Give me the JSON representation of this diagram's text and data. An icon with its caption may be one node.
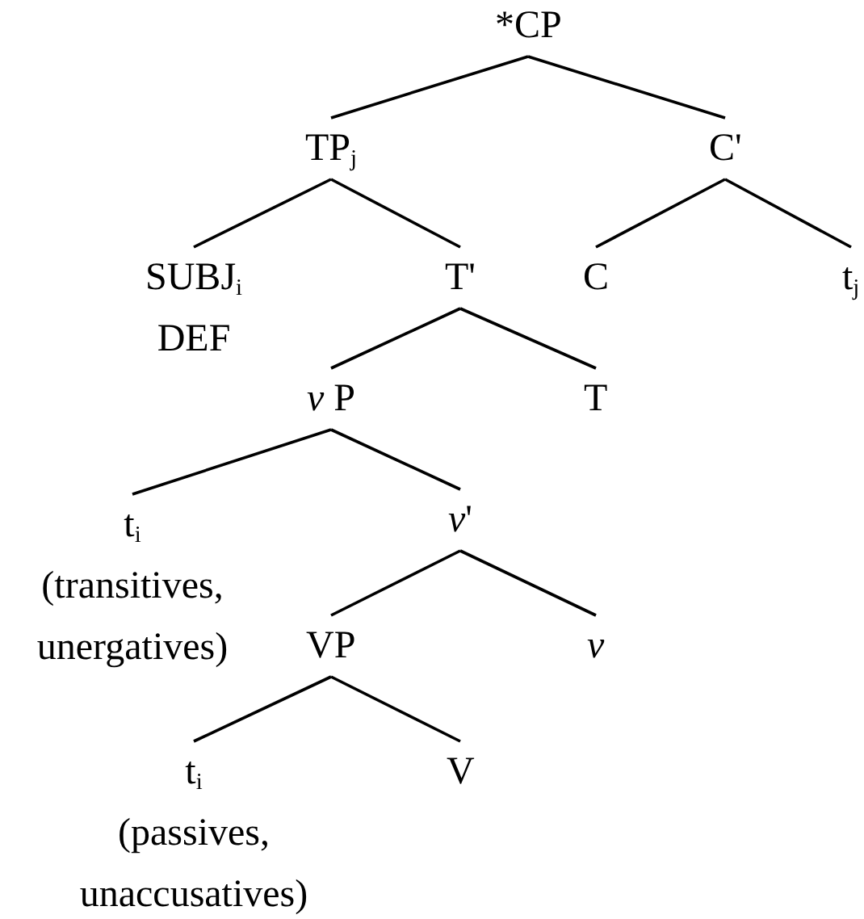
{
  "diagram": {
    "nodes": [
      {
        "text": [
          "*CP"
        ]
      },
      {
        "text": [
          "TP$_{j}$"
        ]
      },
      {
        "text": [
          "C'"
        ]
      },
      {
        "text": [
          "SUBJ$_{i}$",
          "DEF"
        ]
      },
      {
        "text": [
          "T'"
        ]
      },
      {
        "text": [
          "C"
        ]
      },
      {
        "text": [
          "t$_{j}$"
        ]
      },
      {
        "text": [
          "*v* P"
        ]
      },
      {
        "text": [
          "T"
        ]
      },
      {
        "text": [
          "t$_{i}$",
          "(transitives, unergatives)"
        ]
      },
      {
        "text": [
          "*v*'"
        ]
      },
      {
        "text": [
          "VP"
        ]
      },
      {
        "text": [
          "*v*"
        ]
      },
      {
        "text": [
          "t$_{i}$",
          "(passives, unaccusatives)"
        ]
      },
      {
        "text": [
          "V"
        ]
      }
    ],
    "edges": [
      {
        "from": 0,
        "to": 1,
        "arrow": "none"
      },
      {
        "from": 0,
        "to": 2,
        "arrow": "none"
      },
      {
        "from": 1,
        "to": 3,
        "arrow": "none"
      },
      {
        "from": 1,
        "to": 4,
        "arrow": "none"
      },
      {
        "from": 2,
        "to": 5,
        "arrow": "none"
      },
      {
        "from": 2,
        "to": 6,
        "arrow": "none"
      },
      {
        "from": 4,
        "to": 7,
        "arrow": "none"
      },
      {
        "from": 4,
        "to": 8,
        "arrow": "none"
      },
      {
        "from": 7,
        "to": 9,
        "arrow": "none"
      },
      {
        "from": 7,
        "to": 10,
        "arrow": "none"
      },
      {
        "from": 10,
        "to": 11,
        "arrow": "none"
      },
      {
        "from": 10,
        "to": 12,
        "arrow": "none"
      },
      {
        "from": 11,
        "to": 13,
        "arrow": "none"
      },
      {
        "from": 11,
        "to": 14,
        "arrow": "none"
      }
    ]
  }
}
